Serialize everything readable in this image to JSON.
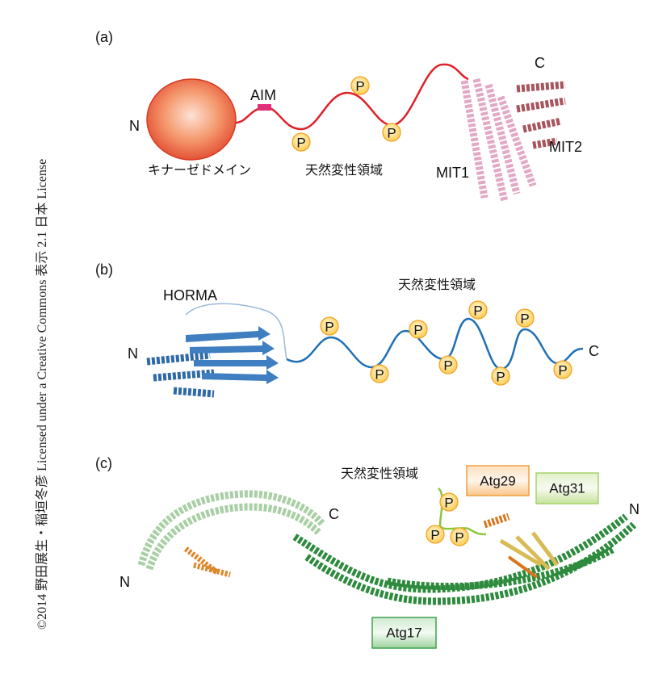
{
  "credit": "©2014 野田展生・稲垣冬彦 Licensed under a Creative Commons 表示 2.1 日本 License",
  "panel_a": {
    "label": "(a)",
    "n_terminus": "N",
    "c_terminus": "C",
    "aim": "AIM",
    "kinase_domain": "キナーゼドメイン",
    "idr": "天然変性領域",
    "mit1": "MIT1",
    "mit2": "MIT2",
    "phospho": [
      "P",
      "P",
      "P"
    ]
  },
  "panel_b": {
    "label": "(b)",
    "n_terminus": "N",
    "c_terminus": "C",
    "horma": "HORMA",
    "idr": "天然変性領域",
    "phospho": [
      "P",
      "P",
      "P",
      "P",
      "P",
      "P",
      "P",
      "P"
    ]
  },
  "panel_c": {
    "label": "(c)",
    "n_left": "N",
    "c_terminus": "C",
    "n_right": "N",
    "idr": "天然変性領域",
    "atg29": "Atg29",
    "atg31": "Atg31",
    "atg17": "Atg17",
    "phospho": [
      "P",
      "P",
      "P"
    ]
  },
  "colors": {
    "red_line": "#e0202a",
    "blue_line": "#1f6fb5",
    "green_line": "#8cc63f",
    "phospho_fill": "#ffd257",
    "aim": "#e0307a"
  }
}
